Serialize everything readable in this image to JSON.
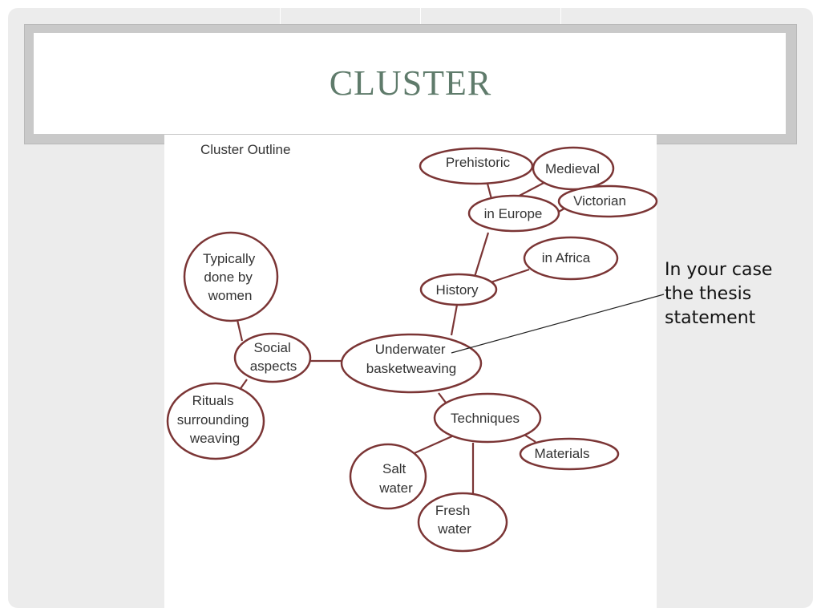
{
  "slide": {
    "title": "CLUSTER"
  },
  "diagram": {
    "outline_title": "Cluster Outline",
    "nodes": {
      "prehistoric": [
        "Prehistoric"
      ],
      "medieval": [
        "Medieval"
      ],
      "victorian": [
        "Victorian"
      ],
      "in_europe": [
        "in Europe"
      ],
      "in_africa": [
        "in Africa"
      ],
      "history": [
        "History"
      ],
      "typically": [
        "Typically",
        "done by",
        "women"
      ],
      "social": [
        "Social",
        "aspects"
      ],
      "underwater": [
        "Underwater",
        "basketweaving"
      ],
      "rituals": [
        "Rituals",
        "surrounding",
        "weaving"
      ],
      "techniques": [
        "Techniques"
      ],
      "materials": [
        "Materials"
      ],
      "salt_water": [
        "Salt",
        "water"
      ],
      "fresh_water": [
        "Fresh",
        "water"
      ]
    }
  },
  "callout": {
    "lines": [
      "In your case",
      "the thesis",
      "statement"
    ]
  },
  "colors": {
    "title": "#5f7b6b",
    "node_stroke": "#7b3535",
    "slide_background": "#ececec"
  }
}
